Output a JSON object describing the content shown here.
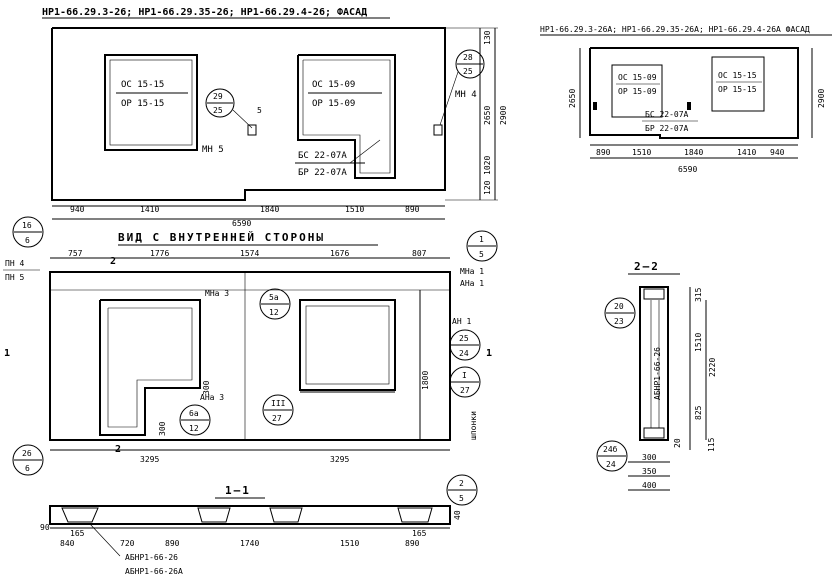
{
  "facade": {
    "title": "НР1-66.29.3-26; НР1-66.29.35-26; НР1-66.29.4-26;  ФАСАД",
    "window_left_top": "ОС 15-15",
    "window_left_bottom": "ОР 15-15",
    "window_right_top": "ОС 15-09",
    "window_right_bottom": "ОР 15-09",
    "balcony_door_top": "БС 22-07А",
    "balcony_door_bottom": "БР 22-07А",
    "callout_left_top": "29",
    "callout_left_bottom": "25",
    "callout_right_top": "28",
    "callout_right_bottom": "25",
    "callout_five": "5",
    "mark_mn5": "МН 5",
    "mark_mn4": "МН 4",
    "dims_bottom": [
      "940",
      "1410",
      "1840",
      "1510",
      "890"
    ],
    "dim_total": "6590",
    "dims_right": [
      "130",
      "2650",
      "1020",
      "120"
    ],
    "dim_height": "2900"
  },
  "facade_small": {
    "title": "НР1-66.29.3-26А; НР1-66.29.35-26А; НР1-66.29.4-26А ФАСАД",
    "window_left_top": "ОС 15-09",
    "window_left_bottom": "ОР 15-09",
    "window_right_top": "ОС 15-15",
    "window_right_bottom": "ОР 15-15",
    "door_top": "БС 22-07А",
    "door_bottom": "БР 22-07А",
    "dim_left": "2650",
    "dim_right": "2900",
    "dims_bottom": [
      "890",
      "1510",
      "1840",
      "1410",
      "940"
    ],
    "dim_total": "6590"
  },
  "interior": {
    "title": "ВИД С ВНУТРЕННЕЙ СТОРОНЫ",
    "callout_16_top": "16",
    "callout_16_bottom": "6",
    "callout_26_top": "26",
    "callout_26_bottom": "6",
    "callout_1_top": "1",
    "callout_1_bottom": "5",
    "callout_2_top": "2",
    "callout_2_bottom": "5",
    "callout_5a_top": "5а",
    "callout_5a_bottom": "12",
    "callout_6a_top": "6а",
    "callout_6a_bottom": "12",
    "callout_25_top": "25",
    "callout_25_bottom": "24",
    "callout_III_top": "III",
    "callout_III_bottom": "27",
    "callout_I_top": "I",
    "callout_I_bottom": "27",
    "label_pn4": "ПН 4",
    "label_pn5": "ПН 5",
    "label_mna1": "МНа 1",
    "label_ana1": "АНа 1",
    "label_mna3": "МНа 3",
    "label_ana3": "АНа 3",
    "label_an1": "АН 1",
    "label_shponki": "шпонки",
    "section_mark": "2",
    "section_1_left": "1",
    "section_1_right": "1",
    "dims_top": [
      "757",
      "1776",
      "1574",
      "1676",
      "807"
    ],
    "dims_bottom": [
      "3295",
      "3295"
    ],
    "dim_1800": "1800",
    "dim_300a": "300",
    "dim_300b": "300"
  },
  "section_11": {
    "title": "1—1",
    "dims": [
      "90",
      "165",
      "840",
      "720",
      "890",
      "1740",
      "1510",
      "890",
      "165"
    ],
    "dim_right": "40",
    "label_a": "АБНР1-66-26",
    "label_b": "АБНР1-66-26А"
  },
  "section_22": {
    "title": "2—2",
    "callout_top_top": "20",
    "callout_top_bottom": "23",
    "callout_bot_top": "24б",
    "callout_bot_bottom": "24",
    "label_vertical": "АБНР1-66-26",
    "dims_right": [
      "315",
      "1510",
      "825",
      "20",
      "115"
    ],
    "dim_2220": "2220",
    "dims_bottom": [
      "300",
      "350",
      "400"
    ]
  }
}
